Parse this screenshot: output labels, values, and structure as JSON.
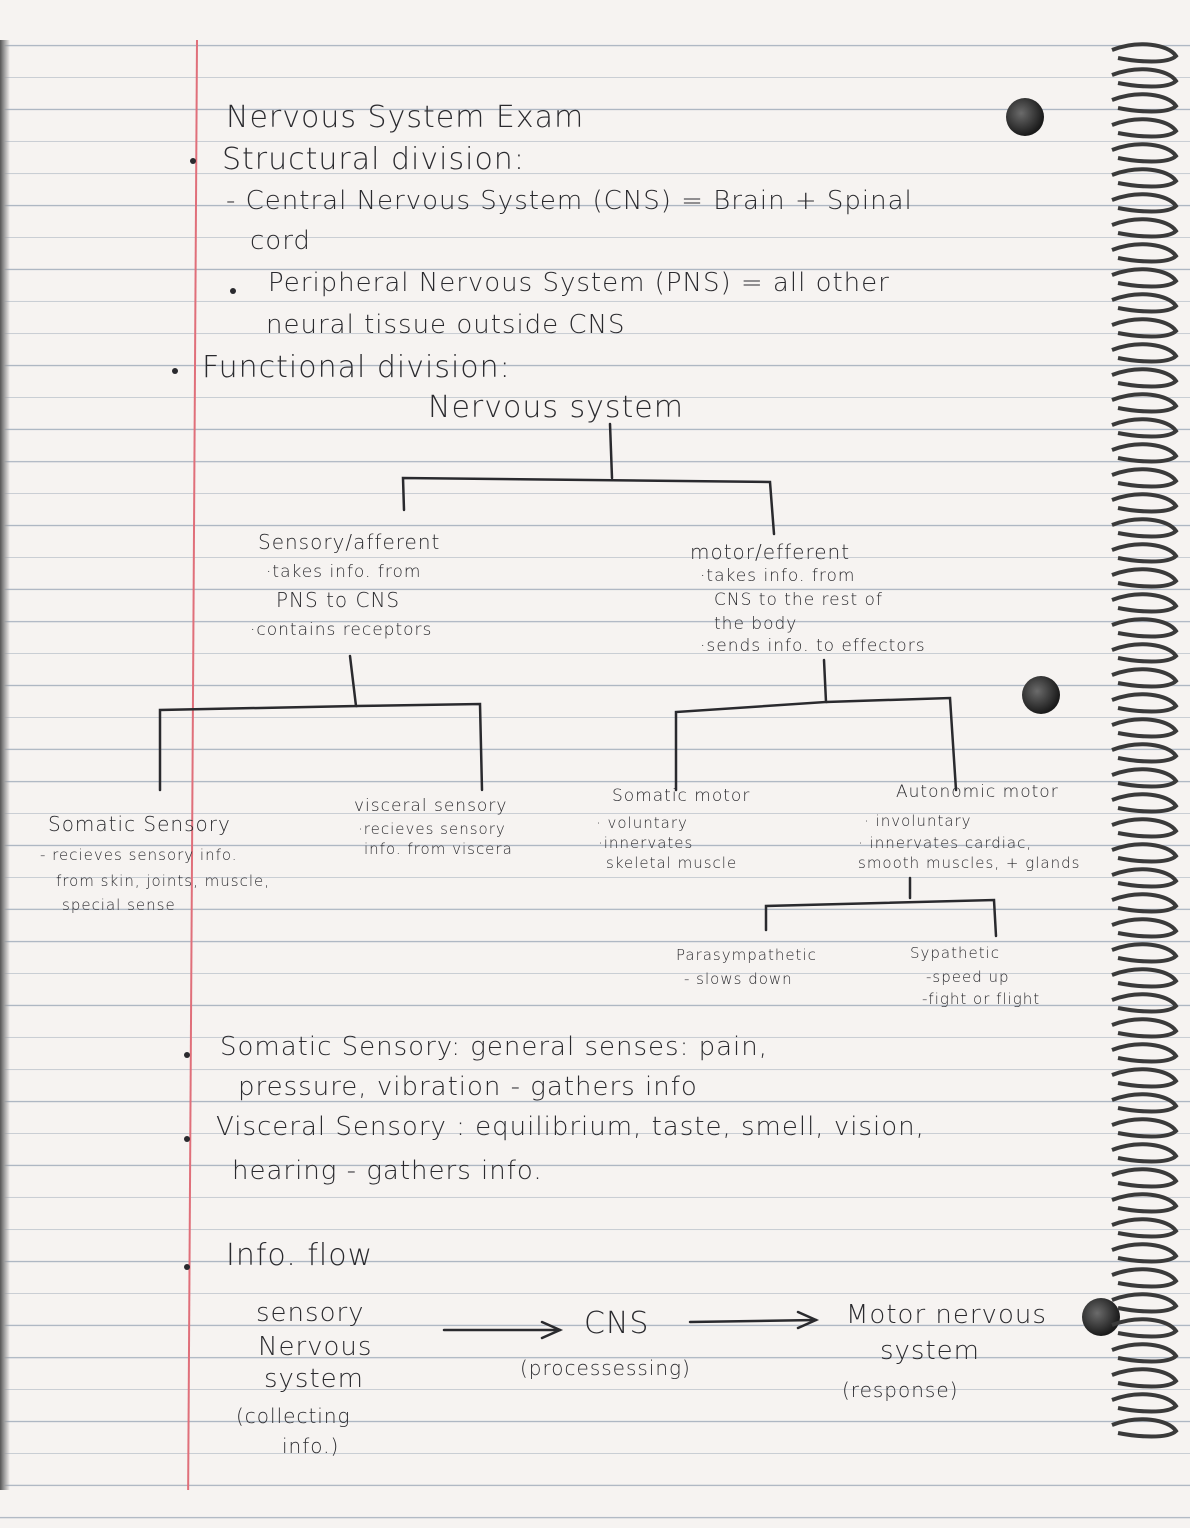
{
  "title": "Nervous System Exam",
  "structural": {
    "heading": "Structural division:",
    "cns_line1": "- Central Nervous System (CNS) = Brain + Spinal",
    "cns_line2": "cord",
    "pns_line1": "Peripheral Nervous System (PNS) = all other",
    "pns_line2": "neural tissue outside CNS"
  },
  "functional": {
    "heading": "Functional division:",
    "root": "Nervous system",
    "sensory": {
      "title": "Sensory/afferent",
      "line1": "·takes info. from",
      "line2": "PNS to CNS",
      "line3": "·contains receptors"
    },
    "motor": {
      "title": "motor/efferent",
      "line1": "·takes info. from",
      "line2": "CNS to the rest of",
      "line3": "the body",
      "line4": "·sends info. to effectors"
    },
    "somatic_sensory": {
      "title": "Somatic Sensory",
      "line1": "- recieves sensory info.",
      "line2": "from skin, joints, muscle,",
      "line3": "special sense"
    },
    "visceral_sensory": {
      "title": "visceral sensory",
      "line1": "·recieves sensory",
      "line2": "info. from viscera"
    },
    "somatic_motor": {
      "title": "Somatic motor",
      "line1": "· voluntary",
      "line2": "·innervates",
      "line3": "skeletal muscle"
    },
    "autonomic_motor": {
      "title": "Autonomic motor",
      "line1": "· involuntary",
      "line2": "· innervates cardiac,",
      "line3": "smooth muscles, + glands"
    },
    "parasympathetic": {
      "title": "Parasympathetic",
      "line1": "- slows down"
    },
    "sympathetic": {
      "title": "Sypathetic",
      "line1": "-speed up",
      "line2": "-fight or flight"
    }
  },
  "notes": {
    "somatic_line1": "Somatic Sensory: general senses: pain,",
    "somatic_line2": "pressure, vibration - gathers info",
    "visceral_line1": "Visceral Sensory : equilibrium, taste, smell, vision,",
    "visceral_line2": "hearing - gathers info."
  },
  "info_flow": {
    "heading": "Info. flow",
    "sensory_line1": "sensory",
    "sensory_line2": "Nervous",
    "sensory_line3": "system",
    "sensory_line4": "(collecting",
    "sensory_line5": "info.)",
    "cns": "CNS",
    "cns_note": "(processessing)",
    "motor_line1": "Motor nervous",
    "motor_line2": "system",
    "motor_note": "(response)"
  },
  "colors": {
    "ink": "#2a2a2e",
    "margin": "#e06f7a",
    "rule": "#aeb7c3",
    "paper": "#f6f3f1"
  }
}
